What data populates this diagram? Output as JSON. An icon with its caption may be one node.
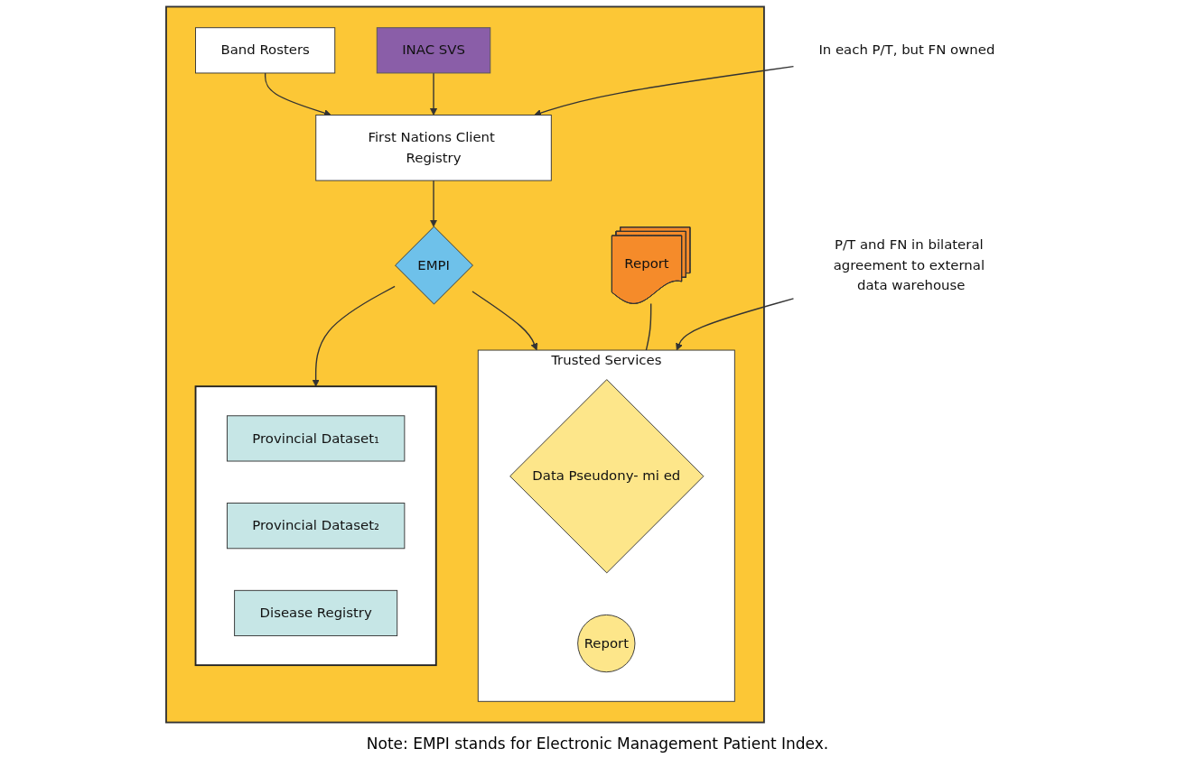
{
  "diagram": {
    "nodes": [
      {
        "text": [],
        "shape": "box"
      },
      {
        "text": [
          "Band Rosters"
        ],
        "in": 0
      },
      {
        "text": [
          "INAC SVS"
        ],
        "in": 0
      },
      {
        "text": [
          "First Nations Client Registry"
        ],
        "in": 0
      },
      {
        "text": [
          "In each P/T, but FN owned"
        ]
      },
      {
        "text": [
          "EMPI"
        ],
        "in": 0
      },
      {
        "text": [
          "Trusted Services"
        ],
        "in": 0
      },
      {
        "text": [
          "Data Pseudony- mi ed"
        ],
        "in": 6
      },
      {
        "text": [
          "Report"
        ],
        "in": 6
      },
      {
        "text": [
          "Report"
        ],
        "in": 0
      },
      {
        "text": [],
        "shape": "box",
        "in": 0
      },
      {
        "text": [
          "Provincial Dataset₁"
        ],
        "in": 10
      },
      {
        "text": [
          "Provincial Dataset₂"
        ],
        "in": 10
      },
      {
        "text": [
          "Disease Registry"
        ],
        "in": 10
      },
      {
        "text": [
          "P/T and FN in bilateral agreement to external data warehouse"
        ]
      }
    ],
    "edges": [
      {
        "from": 1,
        "to": 3,
        "arrow": "to"
      },
      {
        "from": 2,
        "to": 3,
        "arrow": "to"
      },
      {
        "from": 4,
        "to": 3,
        "arrow": "to"
      },
      {
        "from": 3,
        "to": 5,
        "arrow": "to"
      },
      {
        "from": 5,
        "to": 10,
        "arrow": "to"
      },
      {
        "from": 5,
        "to": 6,
        "arrow": "to"
      },
      {
        "from": 9,
        "to": 6,
        "arrow": "none"
      },
      {
        "from": 14,
        "to": 6,
        "arrow": "to"
      }
    ],
    "labels": [
      "Note: EMPI stands for Electronic Management Patient Index."
    ]
  }
}
